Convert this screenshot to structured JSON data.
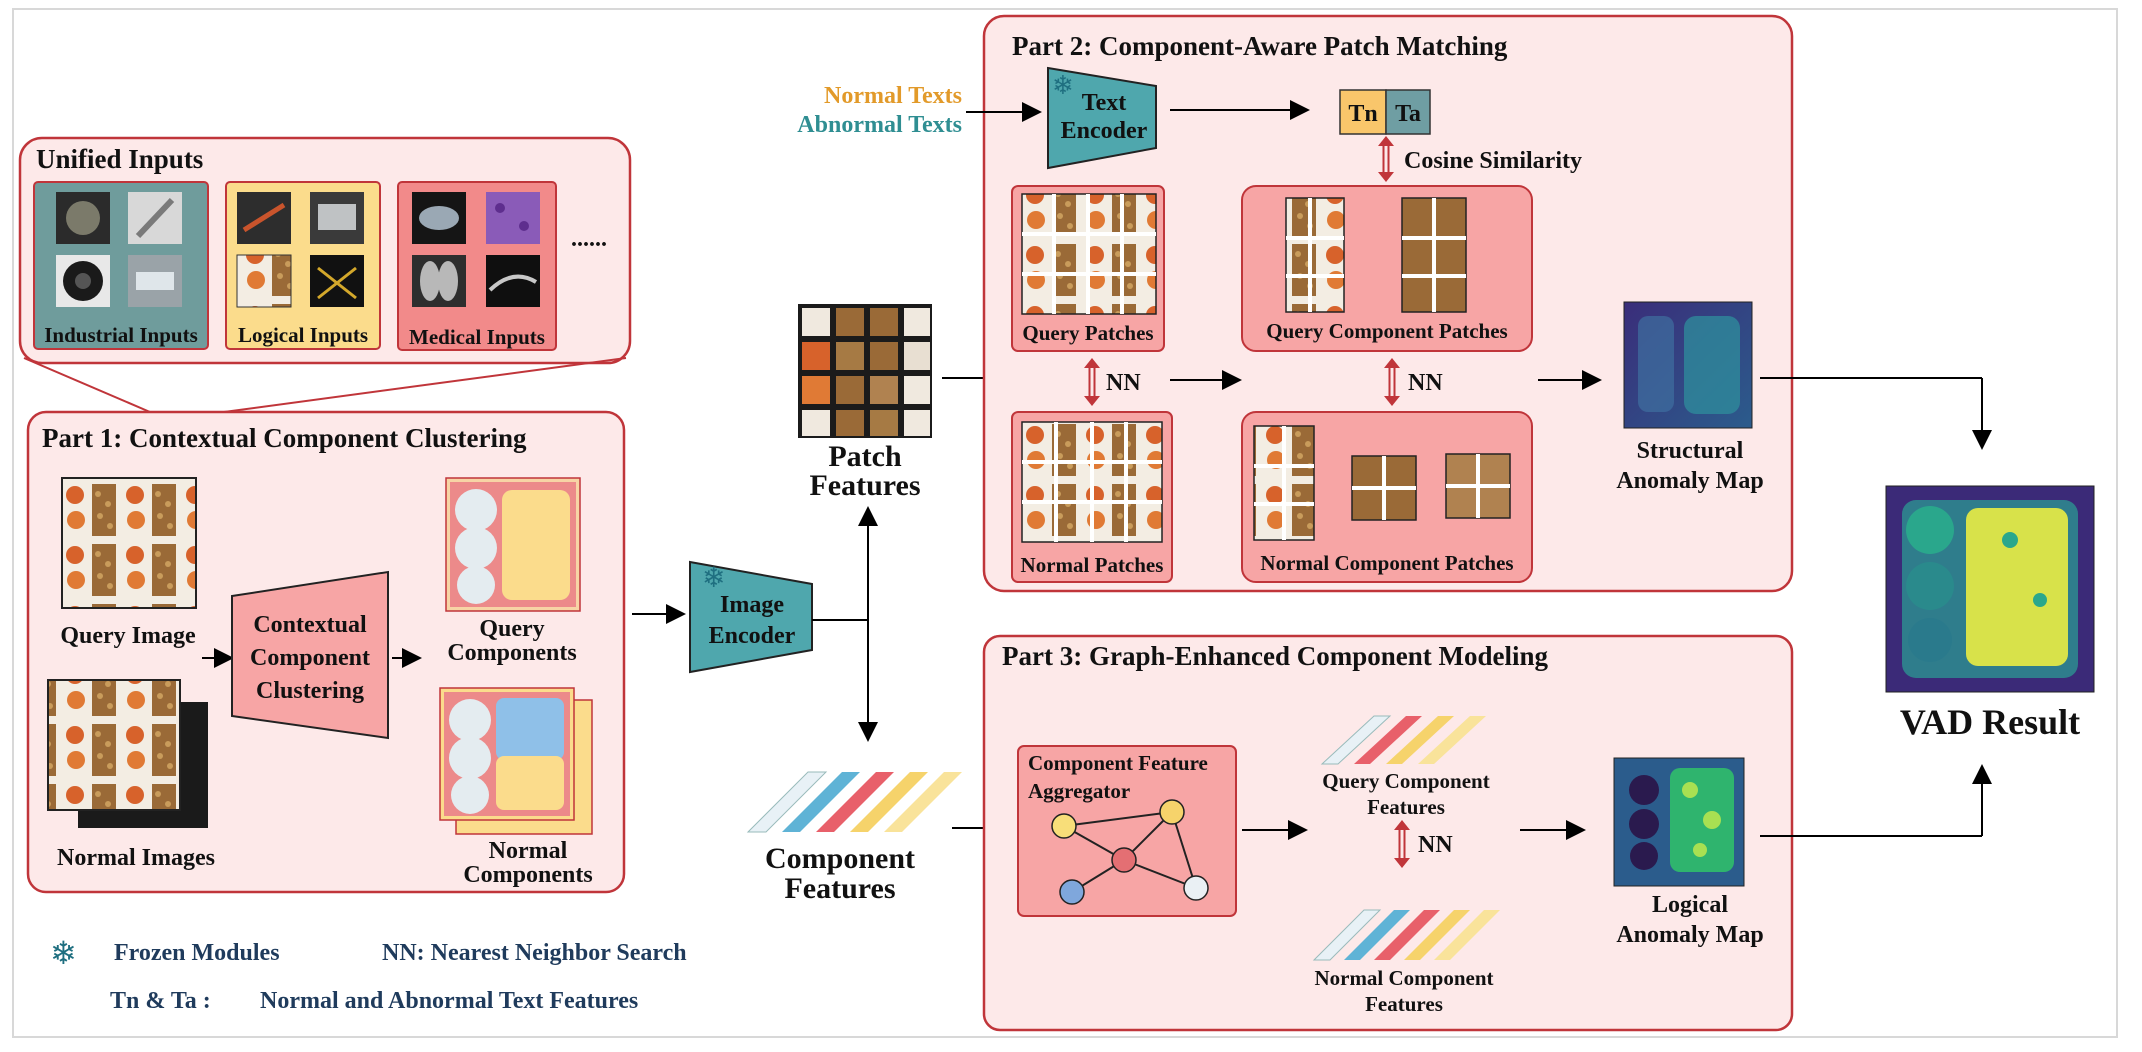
{
  "unified_inputs": {
    "title": "Unified Inputs",
    "groups": [
      {
        "label": "Industrial Inputs",
        "color": "#6f9c9c"
      },
      {
        "label": "Logical Inputs",
        "color": "#fbdc8c"
      },
      {
        "label": "Medical Inputs",
        "color": "#f28a8a"
      }
    ],
    "more": "......"
  },
  "part1": {
    "title": "Part 1: Contextual Component Clustering",
    "query_image": "Query Image",
    "normal_images": "Normal Images",
    "module": [
      "Contextual",
      "Component",
      "Clustering"
    ],
    "query_components": [
      "Query",
      "Components"
    ],
    "normal_components": [
      "Normal",
      "Components"
    ]
  },
  "encoders": {
    "image": [
      "Image",
      "Encoder"
    ],
    "text": [
      "Text",
      "Encoder"
    ],
    "normal_texts": "Normal Texts",
    "abnormal_texts": "Abnormal Texts",
    "tn": "Tn",
    "ta": "Ta",
    "cosine": "Cosine Similarity"
  },
  "features": {
    "patch": [
      "Patch",
      "Features"
    ],
    "component": [
      "Component",
      "Features"
    ]
  },
  "part2": {
    "title": "Part 2: Component-Aware Patch Matching",
    "query_patches": "Query Patches",
    "normal_patches": "Normal Patches",
    "query_component_patches": "Query Component Patches",
    "normal_component_patches": "Normal Component Patches",
    "nn1": "NN",
    "nn2": "NN",
    "structural_map": [
      "Structural",
      "Anomaly Map"
    ]
  },
  "part3": {
    "title": "Part 3: Graph-Enhanced Component Modeling",
    "aggregator": [
      "Component Feature",
      "Aggregator"
    ],
    "query_features": [
      "Query Component",
      "Features"
    ],
    "normal_features": [
      "Normal Component",
      "Features"
    ],
    "nn": "NN",
    "logical_map": [
      "Logical",
      "Anomaly Map"
    ]
  },
  "result": "VAD Result",
  "legend": {
    "frozen": "Frozen Modules",
    "nn": "NN:  Nearest Neighbor Search",
    "tn_ta_key": "Tn & Ta :",
    "tn_ta_value": "Normal and Abnormal Text Features"
  },
  "colors": {
    "panel_fill": "#fde9e9",
    "panel_stroke": "#c0353a",
    "pink_box": "#f7a5a5",
    "encoder": "#4fa7ad",
    "tn": "#f9c66b",
    "ta": "#6f9ea3",
    "title_navy": "#1f3b5c",
    "normal_text_orange": "#e29a2a",
    "abnormal_text_teal": "#2f8e92",
    "cyan_comp": "#5fb3d6",
    "red_comp": "#e8606a",
    "yellow_comp": "#f6d36b",
    "node_red": "#e46f73",
    "node_yellow": "#f8de79",
    "node_blue": "#7fa7dc",
    "node_light": "#eaf0f4"
  }
}
